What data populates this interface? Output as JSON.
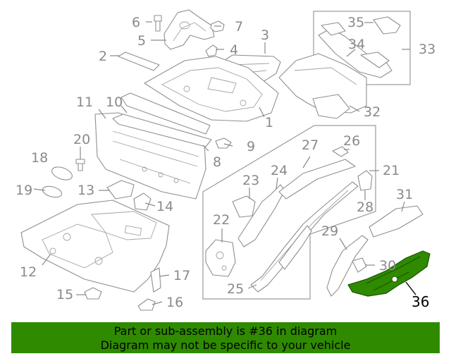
{
  "callouts": {
    "p1": "1",
    "p2": "2",
    "p3": "3",
    "p4": "4",
    "p5": "5",
    "p6": "6",
    "p7": "7",
    "p8": "8",
    "p9": "9",
    "p10": "10",
    "p11": "11",
    "p12": "12",
    "p13": "13",
    "p14": "14",
    "p15": "15",
    "p16": "16",
    "p17": "17",
    "p18": "18",
    "p19": "19",
    "p20": "20",
    "p21": "21",
    "p22": "22",
    "p23": "23",
    "p24": "24",
    "p25": "25",
    "p26": "26",
    "p27": "27",
    "p28": "28",
    "p29": "29",
    "p30": "30",
    "p31": "31",
    "p32": "32",
    "p33": "33",
    "p34": "34",
    "p35": "35",
    "p36": "36"
  },
  "highlighted_part": "36",
  "highlight_color": "#2f8a00",
  "banner": {
    "line1": "Part or sub-assembly is #36 in diagram",
    "line2": "Diagram may not be specific to your vehicle",
    "background": "#2f8a00"
  }
}
